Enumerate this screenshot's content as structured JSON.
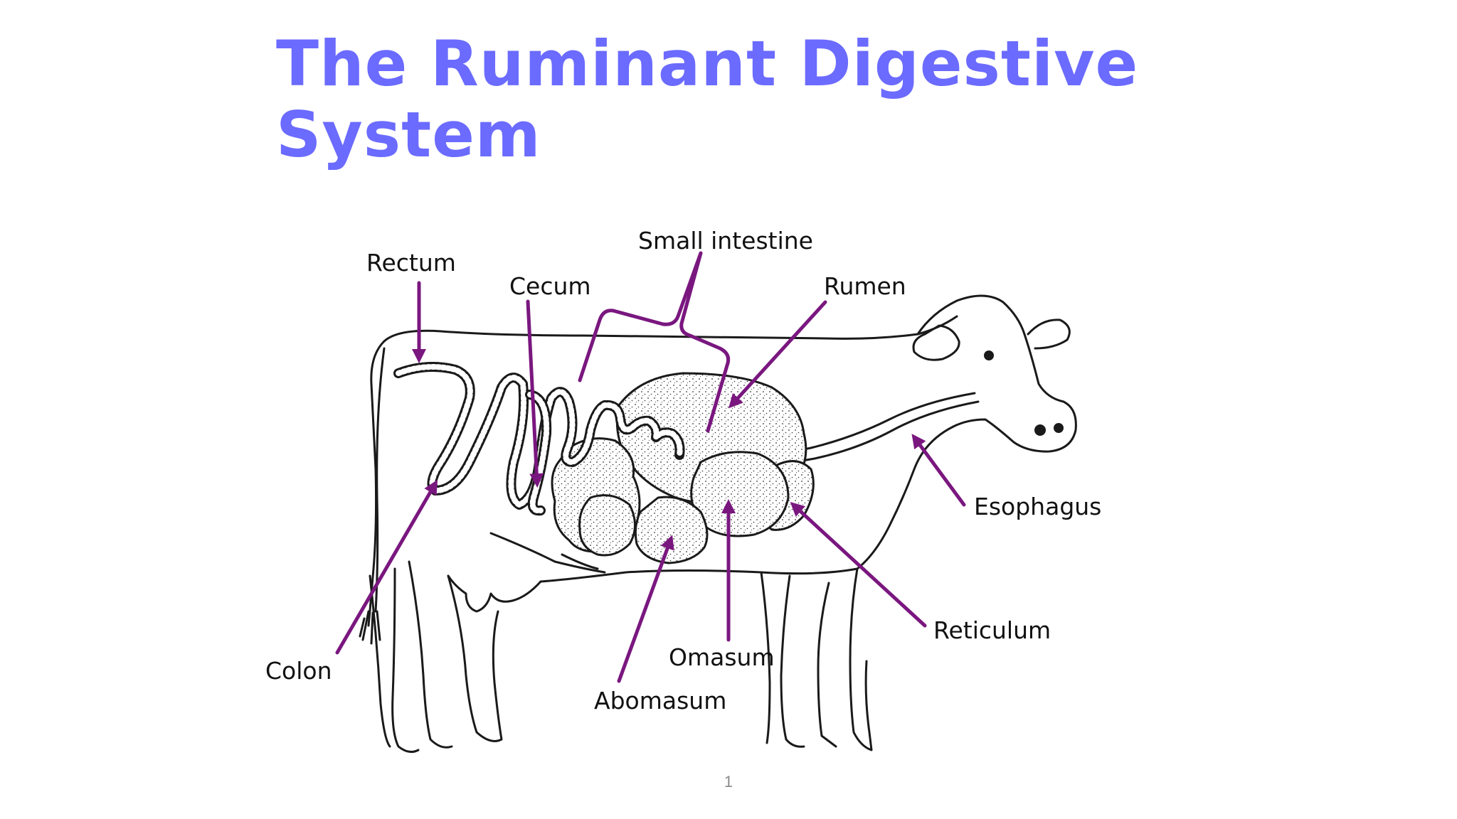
{
  "slide": {
    "title": "The Ruminant Digestive System",
    "page_number": "1"
  },
  "diagram": {
    "labels": {
      "rectum": "Rectum",
      "cecum": "Cecum",
      "small_intestine": "Small intestine",
      "rumen": "Rumen",
      "esophagus": "Esophagus",
      "reticulum": "Reticulum",
      "omasum": "Omasum",
      "abomasum": "Abomasum",
      "colon": "Colon"
    },
    "colors": {
      "title": "#6b6bff",
      "pointer": "#7a177f",
      "line_art": "#1a1a1a"
    }
  }
}
